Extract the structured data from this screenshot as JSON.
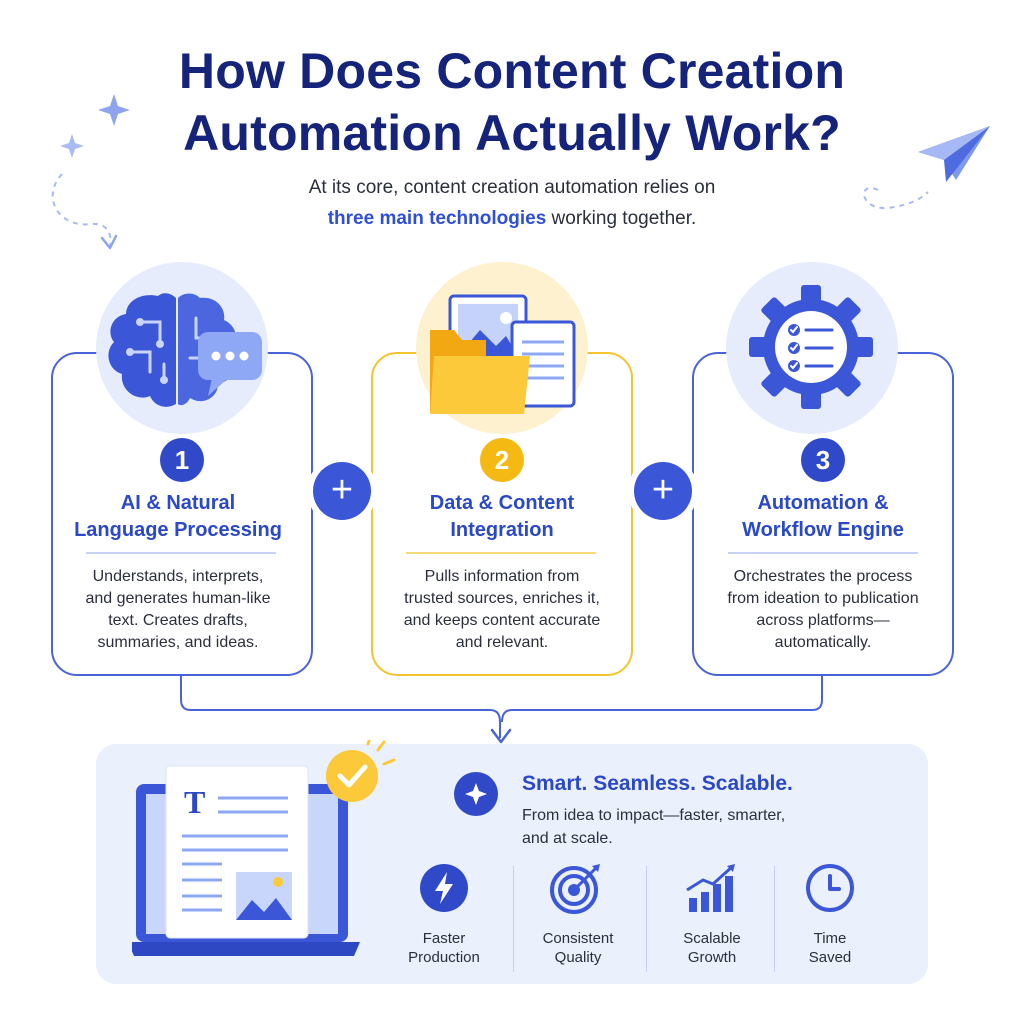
{
  "header": {
    "title_line1": "How Does Content Creation",
    "title_line2": "Automation Actually Work?",
    "subtitle_line1": "At its core, content creation automation relies on",
    "subtitle_highlight": "three main technologies",
    "subtitle_line2_rest": " working together."
  },
  "cards": [
    {
      "number": "1",
      "title_line1": "AI & Natural",
      "title_line2": "Language Processing",
      "desc": [
        "Understands, interprets,",
        "and generates human-like",
        "text. Creates drafts,",
        "summaries, and ideas."
      ],
      "icon": "brain-chat-icon"
    },
    {
      "number": "2",
      "title_line1": "Data & Content",
      "title_line2": "Integration",
      "desc": [
        "Pulls information from",
        "trusted sources, enriches it,",
        "and keeps content accurate",
        "and relevant."
      ],
      "icon": "folder-documents-icon"
    },
    {
      "number": "3",
      "title_line1": "Automation &",
      "title_line2": "Workflow Engine",
      "desc": [
        "Orchestrates the process",
        "from ideation to publication",
        "across platforms—",
        "automatically."
      ],
      "icon": "gear-checklist-icon"
    }
  ],
  "connectors": {
    "plus1": "+",
    "plus2": "+"
  },
  "result": {
    "doc_letter": "T",
    "tagline": "Smart. Seamless. Scalable.",
    "desc_line1": "From idea to impact—faster, smarter,",
    "desc_line2": "and at scale.",
    "benefits": [
      {
        "line1": "Faster",
        "line2": "Production",
        "icon": "lightning-icon"
      },
      {
        "line1": "Consistent",
        "line2": "Quality",
        "icon": "target-icon"
      },
      {
        "line1": "Scalable",
        "line2": "Growth",
        "icon": "growth-chart-icon"
      },
      {
        "line1": "Time",
        "line2": "Saved",
        "icon": "clock-icon"
      }
    ]
  },
  "colors": {
    "navy": "#16237a",
    "blue": "#2a48c8",
    "accent_blue": "#3b57d8",
    "yellow": "#f5b914",
    "panel_bg": "#ebf0fd"
  }
}
